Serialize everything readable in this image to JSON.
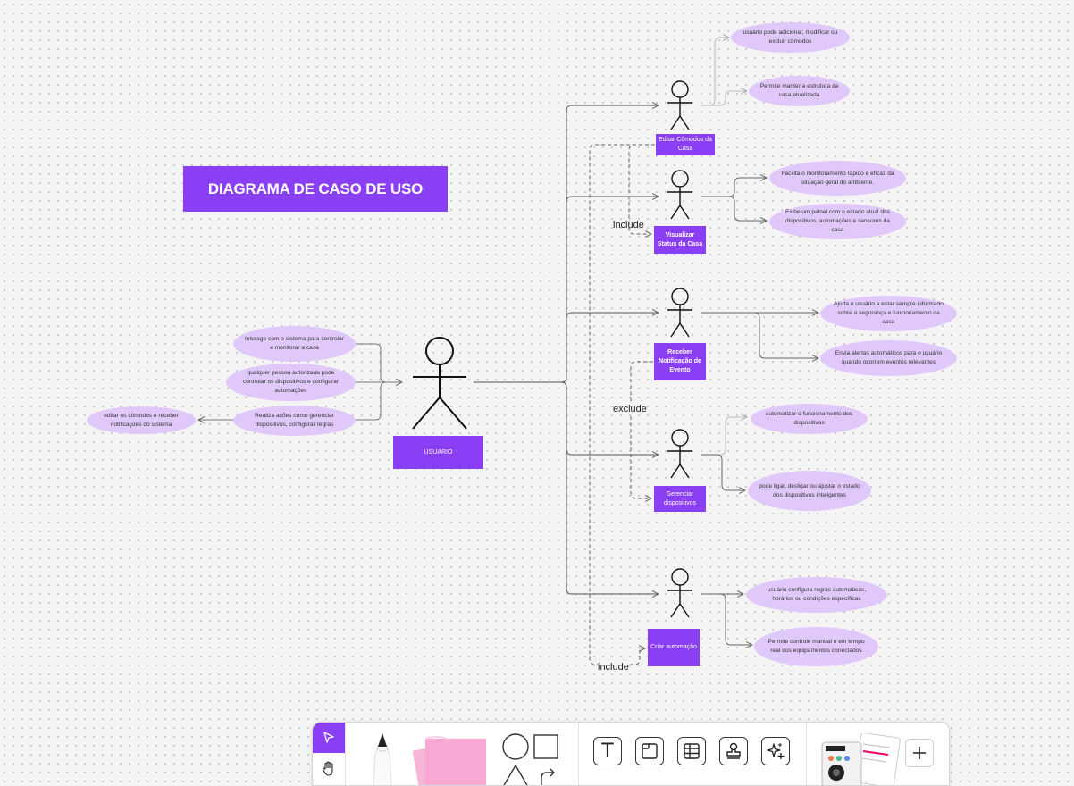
{
  "title": "DIAGRAMA DE CASO DE USO",
  "actor_main": {
    "label": "USUARIO"
  },
  "actor_notes": [
    "Interage com o sistema para controlar e monitorar a casa",
    "qualquer pessoa autorizada pode controlar os dispositivos e configurar automações",
    "Realiza ações como gerenciar dispositivos, configurar regras"
  ],
  "outer_note": "editar os cômodos e receber notificações do sistema",
  "use_cases": [
    {
      "label": "Editar Cômodos da Casa",
      "bold": false,
      "notes": [
        "usuário pode adicionar, modificar ou excluir cômodos",
        "Permite manter a estrutura da casa atualizada"
      ]
    },
    {
      "label": "Visualizar Status da Casa",
      "bold": true,
      "notes": [
        "Facilita o monitoramento rápido e eficaz da situação geral do ambiente.",
        "Exibe um painel com o estado atual dos dispositivos, automações e sensores da casa"
      ]
    },
    {
      "label": "Receber Notificação de Evento",
      "bold": true,
      "notes": [
        "Ajuda o usuário a estar sempre informado sobre a segurança e funcionamento da casa",
        "Envia alertas automáticos para o usuário quando ocorrem eventos relevantes"
      ]
    },
    {
      "label": "Gerenciar dispositivos",
      "bold": false,
      "notes": [
        "automatizar o funcionamento dos dispositivos",
        "pode ligar, desligar ou ajustar o estado dos dispositivos inteligentes"
      ]
    },
    {
      "label": "Criar automação",
      "bold": false,
      "notes": [
        "usuário configura regras automáticas, horários ou condições específicas",
        "Permite controle manual e em tempo real dos equipamentos conectados"
      ]
    }
  ],
  "relations": {
    "include_1": "include",
    "exclude": "exclude",
    "include_2": "include"
  },
  "toolbar": {
    "tools": [
      "select-tool",
      "hand-tool",
      "pen-tool",
      "sticky-note-tool",
      "shapes-tool",
      "text-tool",
      "section-tool",
      "table-tool",
      "stamp-tool",
      "ai-tool",
      "more-tools",
      "add-button"
    ],
    "accent": "#8b3ff5"
  },
  "colors": {
    "accent": "#8b3ff5",
    "ellipse": "#e1c8fb",
    "connector": "#777777"
  }
}
